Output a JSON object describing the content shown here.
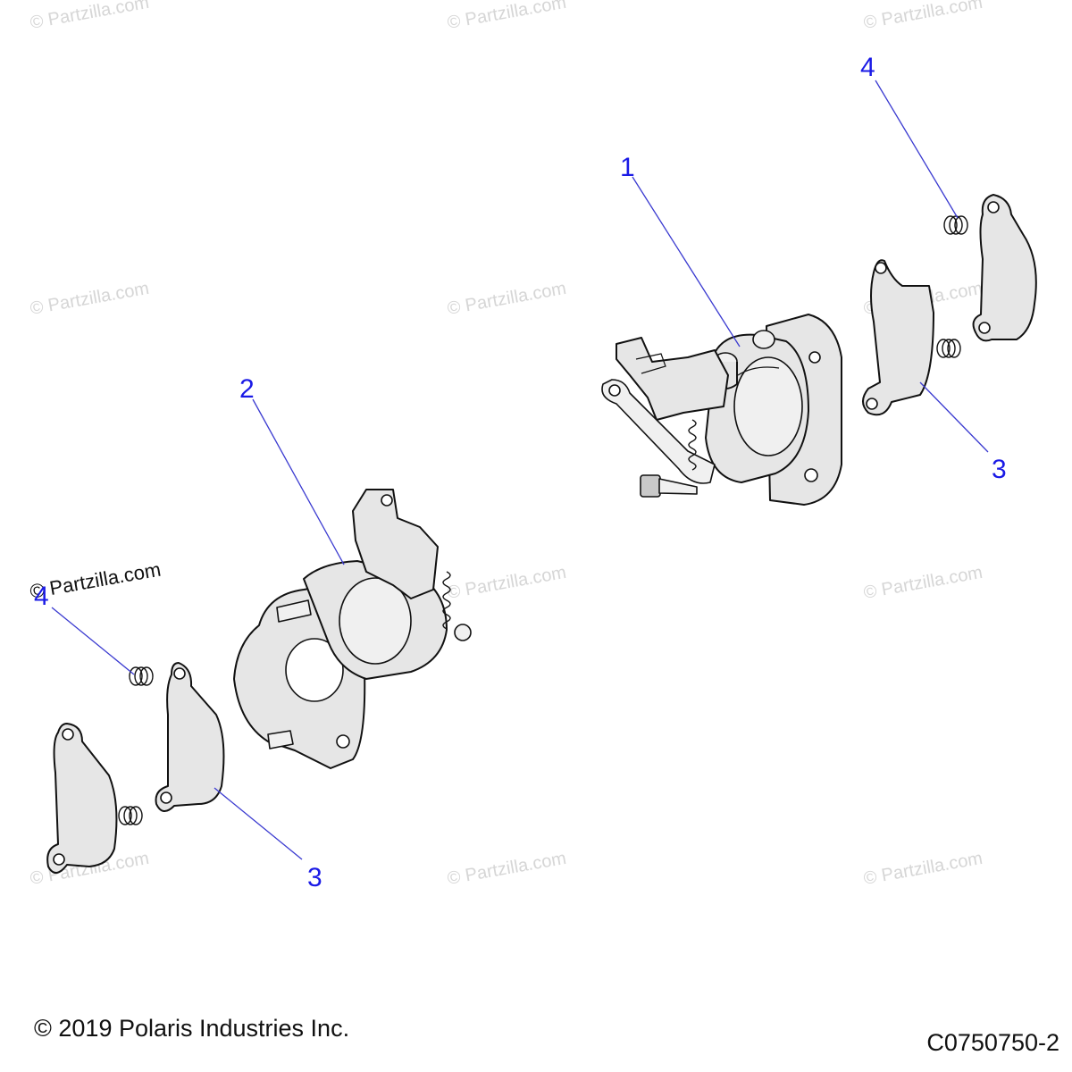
{
  "watermark": "© Partzilla.com",
  "callouts": {
    "c1": "1",
    "c2": "2",
    "c3_right": "3",
    "c3_left": "3",
    "c4_right": "4",
    "c4_left": "4"
  },
  "footer": {
    "copyright": "© 2019 Polaris Industries Inc.",
    "diagram_code": "C0750750-2"
  },
  "colors": {
    "callout": "#1a1ae6",
    "leader": "#3a3ad0",
    "watermark": "#d6d6d6"
  }
}
